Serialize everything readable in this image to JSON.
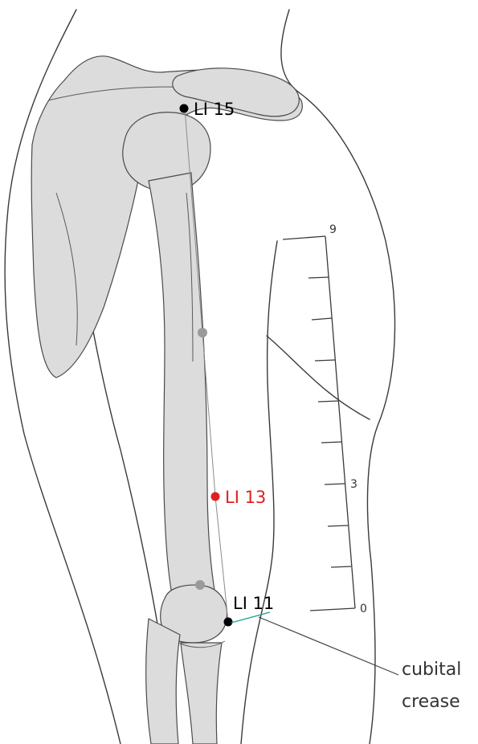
{
  "points": {
    "li15": {
      "label": "LI 15",
      "color": "#000000"
    },
    "li13": {
      "label": "LI 13",
      "color": "#e02020"
    },
    "li11": {
      "label": "LI 11",
      "color": "#000000"
    }
  },
  "scale": {
    "top_label": "9",
    "mid_label": "3",
    "bottom_label": "0"
  },
  "annotation": {
    "line1": "cubital",
    "line2": "crease",
    "leader_color": "#20a090"
  },
  "colors": {
    "bone": "#dcdcdc",
    "outline": "#3a3a3a",
    "guide_point": "#9a9a9a"
  }
}
